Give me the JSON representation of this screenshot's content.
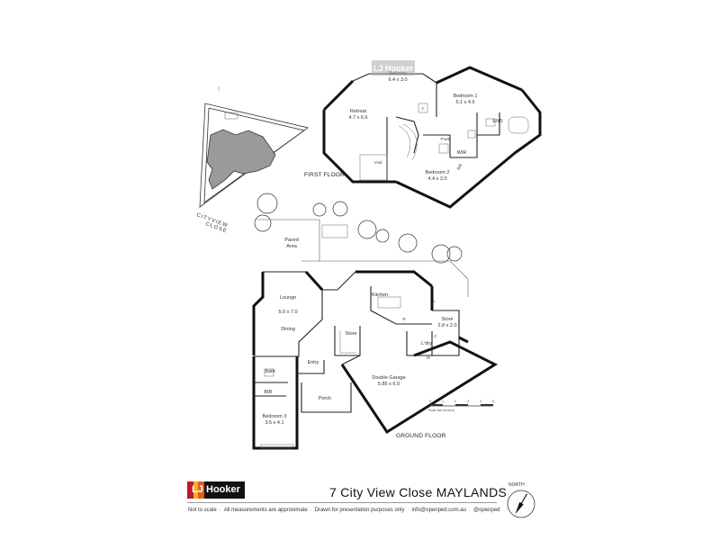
{
  "first_floor": {
    "label": "FIRST FLOOR",
    "rooms": {
      "balcony": {
        "name": "Balcony",
        "size": "6.4 x 3.0"
      },
      "retreat": {
        "name": "Retreat",
        "size": "4.7 x 6.6"
      },
      "bedroom1": {
        "name": "Bedroom 1",
        "size": "5.1 x 4.6"
      },
      "bedroom2": {
        "name": "Bedroom 2",
        "size": "4.4 x 3.0"
      },
      "ens": "ENS",
      "wir": "WIR",
      "bir": "BIR",
      "pwdr": "P'wdr",
      "void": "Void",
      "cupboard": "C"
    }
  },
  "ground_floor": {
    "label": "GROUND FLOOR",
    "rooms": {
      "lounge": {
        "name": "Lounge",
        "size": "5.0 x 7.0"
      },
      "dining": {
        "name": "Dining"
      },
      "kitchen": {
        "name": "Kitchen"
      },
      "store_main": {
        "name": "Store",
        "size": "2.8 x 2.0"
      },
      "store_small": {
        "name": "Store"
      },
      "ldry": {
        "name": "L'dry"
      },
      "bath": {
        "name": "Bath"
      },
      "bir": {
        "name": "BIR"
      },
      "bedroom3": {
        "name": "Bedroom 3",
        "size": "3.5 x 4.1"
      },
      "entry": {
        "name": "Entry"
      },
      "porch": {
        "name": "Porch"
      },
      "garage": {
        "name": "Double Garage",
        "size": "5.85 x 6.0"
      },
      "paved": {
        "name": "Paved",
        "name2": "Area"
      },
      "pantry": "P",
      "cupboard": "C",
      "washer": "W",
      "fridge": "R"
    }
  },
  "site": {
    "street_line1": "CITYVIEW",
    "street_line2": "CLOSE"
  },
  "scale": {
    "caption": "Scale Bar (metres)",
    "ticks": [
      "0",
      "1",
      "2",
      "3",
      "4",
      "5"
    ]
  },
  "title": "7 City View Close MAYLANDS",
  "brand": {
    "initials": "LJ",
    "name": "Hooker",
    "colors": {
      "red": "#c4162a",
      "orange": "#e25b1e",
      "yellow": "#f2b21b"
    }
  },
  "watermark": "LJ Hooker",
  "north": {
    "label": "NORTH",
    "direction_deg": 210
  },
  "footer": [
    "Not to scale",
    "All measurements are approximate",
    "Drawn for presentation purposes only",
    "info@openped.com.au",
    "@openped"
  ]
}
